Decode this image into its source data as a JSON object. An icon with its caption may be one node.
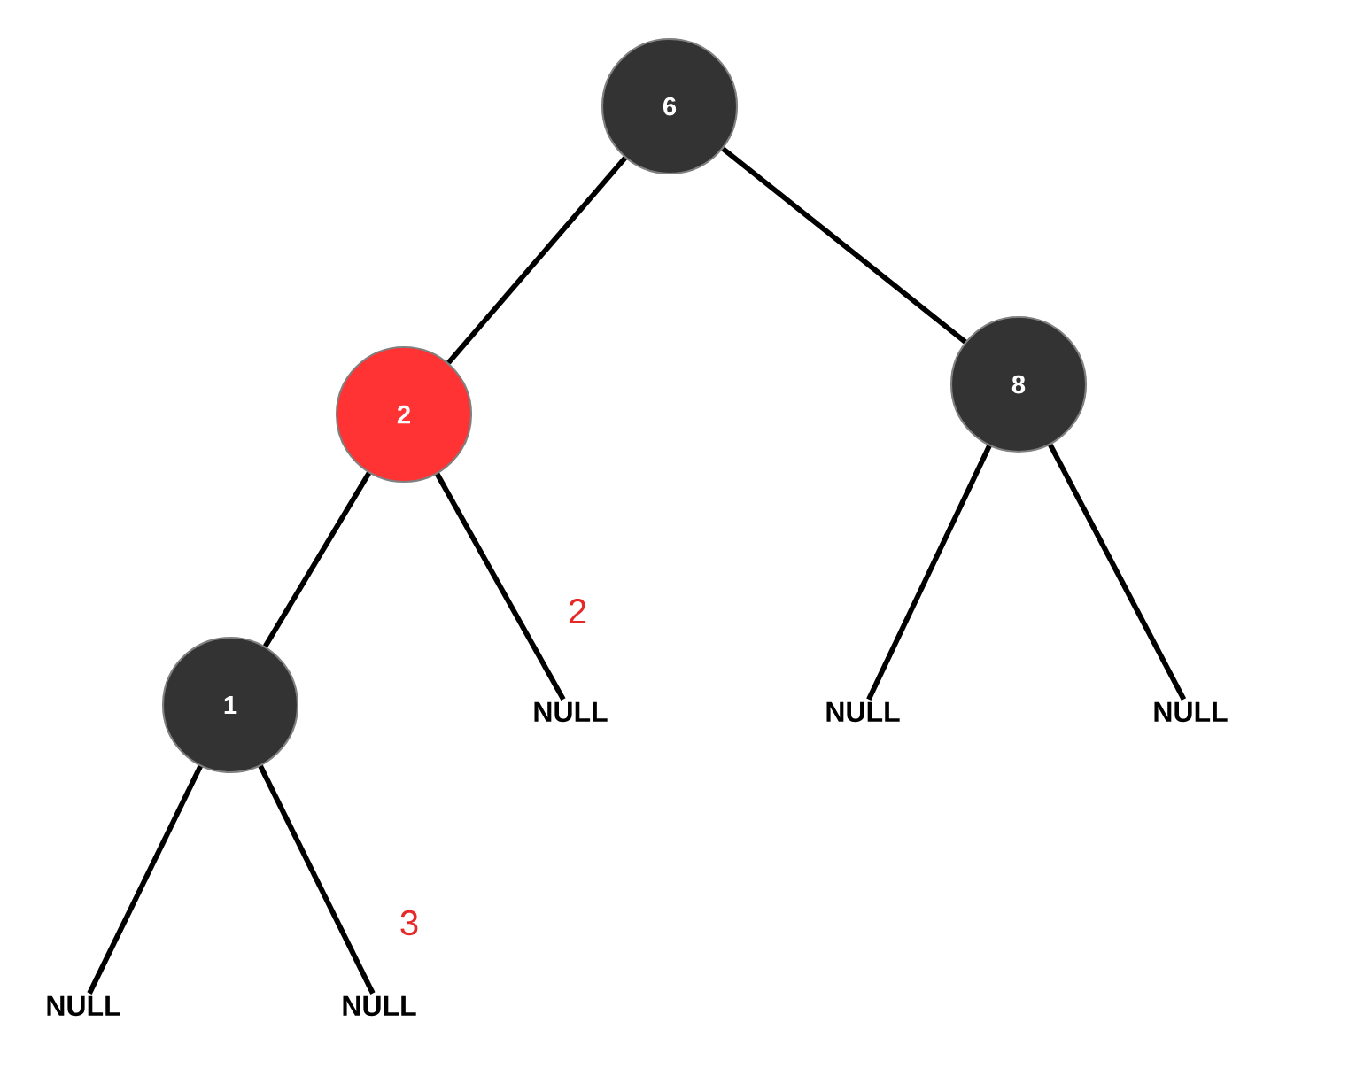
{
  "diagram": {
    "nodes": [
      {
        "text": [
          "6"
        ]
      },
      {
        "text": [
          "2"
        ]
      },
      {
        "text": [
          "8"
        ]
      },
      {
        "text": [
          "1"
        ]
      },
      {
        "text": [
          "NULL"
        ]
      },
      {
        "text": [
          "NULL"
        ]
      },
      {
        "text": [
          "NULL"
        ]
      },
      {
        "text": [
          "NULL"
        ]
      },
      {
        "text": [
          "NULL"
        ]
      }
    ],
    "edges": [
      {
        "from": 0,
        "to": 1,
        "arrow": "none"
      },
      {
        "from": 0,
        "to": 2,
        "arrow": "none"
      },
      {
        "from": 1,
        "to": 3,
        "arrow": "none"
      },
      {
        "from": 1,
        "to": 4,
        "arrow": "none",
        "label": "2"
      },
      {
        "from": 2,
        "to": 5,
        "arrow": "none"
      },
      {
        "from": 2,
        "to": 6,
        "arrow": "none"
      },
      {
        "from": 3,
        "to": 7,
        "arrow": "none"
      },
      {
        "from": 3,
        "to": 8,
        "arrow": "none",
        "label": "3"
      }
    ]
  }
}
